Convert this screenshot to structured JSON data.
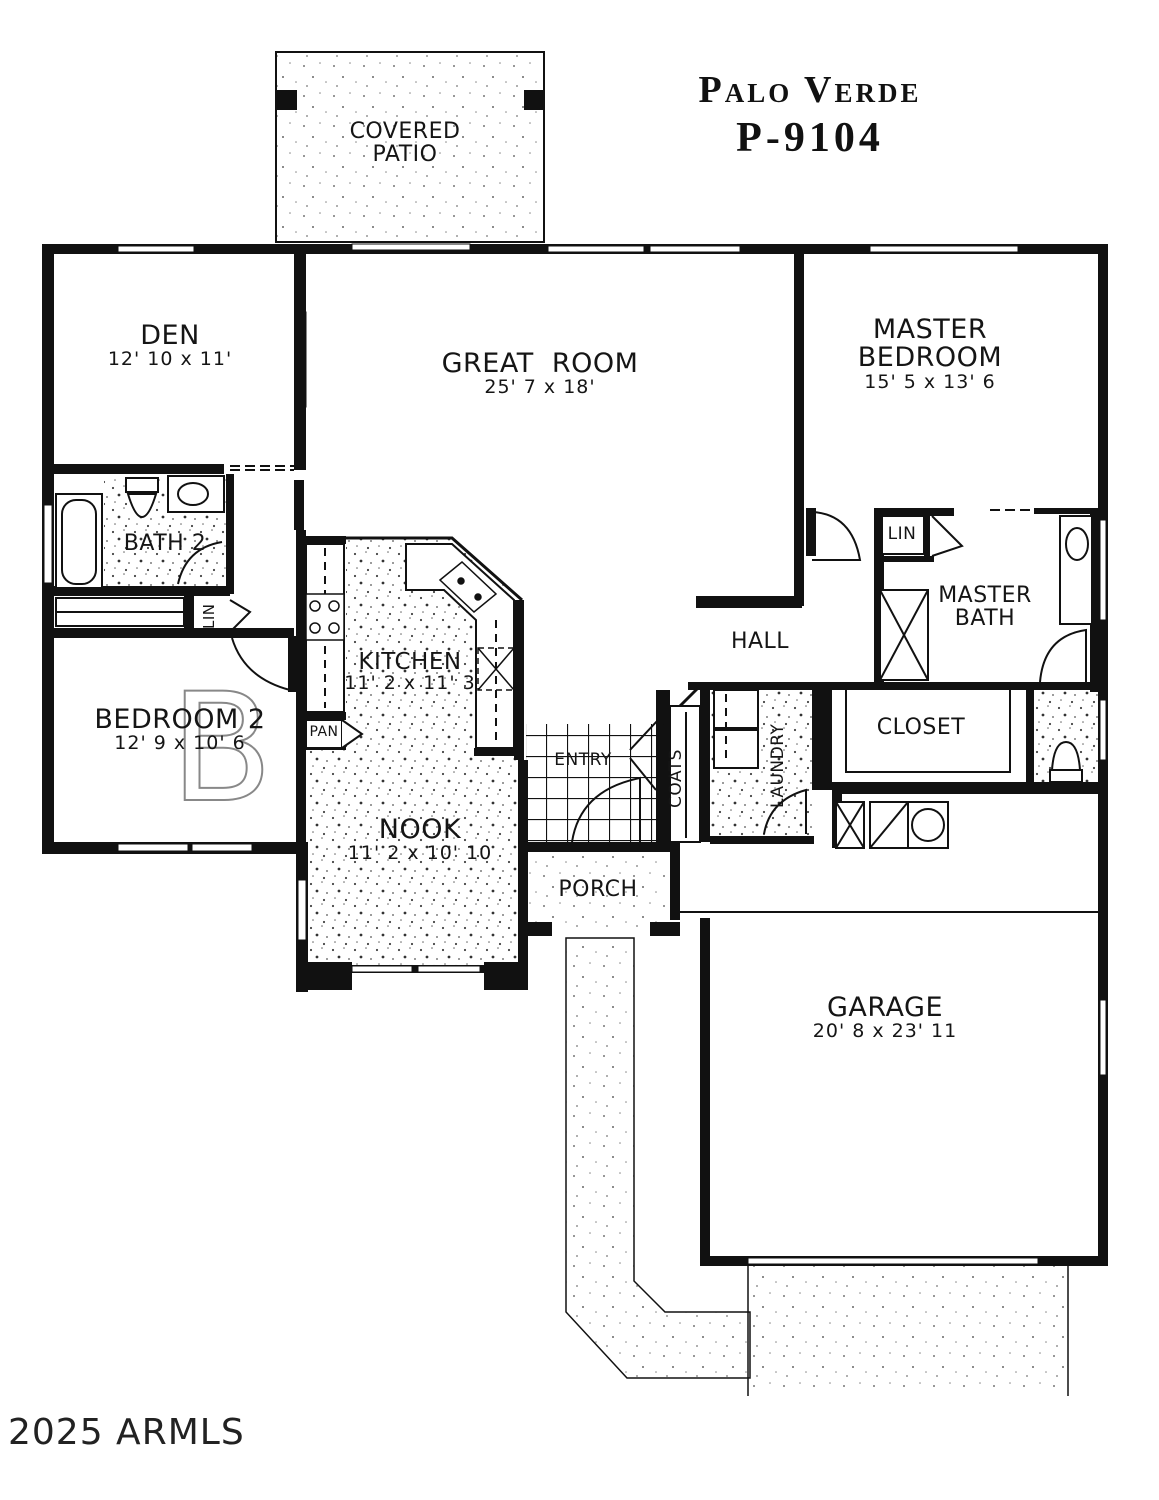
{
  "title": {
    "model_name": "Palo Verde",
    "model_code": "P-9104"
  },
  "rooms": {
    "covered_patio": {
      "name_line1": "COVERED",
      "name_line2": "PATIO"
    },
    "den": {
      "name": "DEN",
      "dims": "12' 10 x 11'"
    },
    "great_room": {
      "name": "GREAT  ROOM",
      "dims": "25' 7 x 18'"
    },
    "master_bedroom": {
      "name_line1": "MASTER",
      "name_line2": "BEDROOM",
      "dims": "15' 5 x 13' 6"
    },
    "bath_2": {
      "name": "BATH 2"
    },
    "lin_1": {
      "name": "LIN"
    },
    "lin_2": {
      "name": "LIN"
    },
    "kitchen": {
      "name": "KITCHEN",
      "dims": "11' 2 x 11' 3"
    },
    "pantry": {
      "name": "PAN"
    },
    "bedroom_2": {
      "name": "BEDROOM 2",
      "dims": "12' 9 x 10' 6"
    },
    "nook": {
      "name": "NOOK",
      "dims": "11' 2 x 10' 10"
    },
    "hall": {
      "name": "HALL"
    },
    "master_bath": {
      "name_line1": "MASTER",
      "name_line2": "BATH"
    },
    "entry": {
      "name": "ENTRY"
    },
    "coats": {
      "name": "COATS"
    },
    "laundry": {
      "name": "LAUNDRY"
    },
    "closet": {
      "name": "CLOSET"
    },
    "porch": {
      "name": "PORCH"
    },
    "garage": {
      "name": "GARAGE",
      "dims": "20' 8 x 23' 11"
    }
  },
  "watermark": {
    "letter": "B"
  },
  "footer": {
    "copyright": "2025 ARMLS"
  },
  "colors": {
    "wall": "#111111",
    "background": "#ffffff",
    "stipple": "#555555"
  }
}
